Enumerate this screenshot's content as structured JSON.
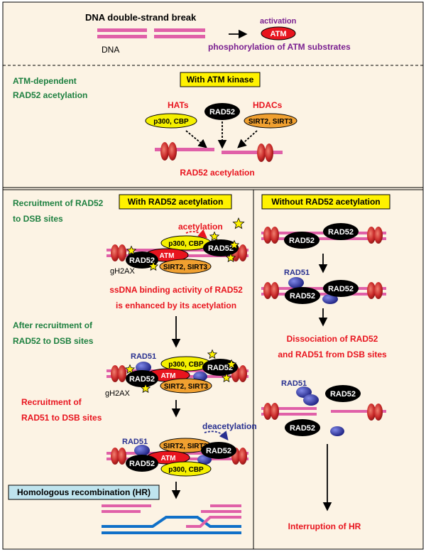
{
  "colors": {
    "background": "#fcf3e4",
    "dna_pink": "#e060a8",
    "atm_red": "#e8141e",
    "rad52_black": "#000000",
    "hat_yellow": "#f5f000",
    "hdac_orange": "#f0a030",
    "rad51_blue": "#3a3ea8",
    "hr_blue": "#1070c8",
    "label_green": "#1e8040",
    "label_red": "#e8141e",
    "label_purple": "#7a2090",
    "label_navy": "#283090",
    "box_yellow": "#fff200",
    "box_cyan": "#bfe4ee"
  },
  "panel1": {
    "title": "DNA double-strand break",
    "dna_label": "DNA",
    "activation": "activation",
    "atm": "ATM",
    "phosphorylation": "phosphorylation of ATM substrates"
  },
  "panel2": {
    "side_label_1": "ATM-dependent",
    "side_label_2": "RAD52 acetylation",
    "box": "With ATM kinase",
    "hats": "HATs",
    "hats_members": "p300, CBP",
    "rad52": "RAD52",
    "hdacs": "HDACs",
    "hdacs_members": "SIRT2, SIRT3",
    "result": "RAD52 acetylation"
  },
  "left": {
    "side_1a": "Recruitment of RAD52",
    "side_1b": "to DSB sites",
    "box": "With RAD52 acetylation",
    "acetylation": "acetylation",
    "hat": "p300, CBP",
    "rad52": "RAD52",
    "atm": "ATM",
    "hdac": "SIRT2, SIRT3",
    "gh2ax": "gH2AX",
    "binding_1": "ssDNA binding activity of RAD52",
    "binding_2": "is enhanced by its acetylation",
    "side_2a": "After recruitment of",
    "side_2b": "RAD52 to DSB sites",
    "rad51": "RAD51",
    "side_3a": "Recruitment of",
    "side_3b": "RAD51 to DSB sites",
    "deacetylation": "deacetylation",
    "hr_box": "Homologous recombination (HR)"
  },
  "right": {
    "box": "Without RAD52 acetylation",
    "rad52": "RAD52",
    "rad51": "RAD51",
    "dissoc_1": "Dissociation of RAD52",
    "dissoc_2": "and RAD51 from DSB sites",
    "interruption": "Interruption of HR"
  }
}
